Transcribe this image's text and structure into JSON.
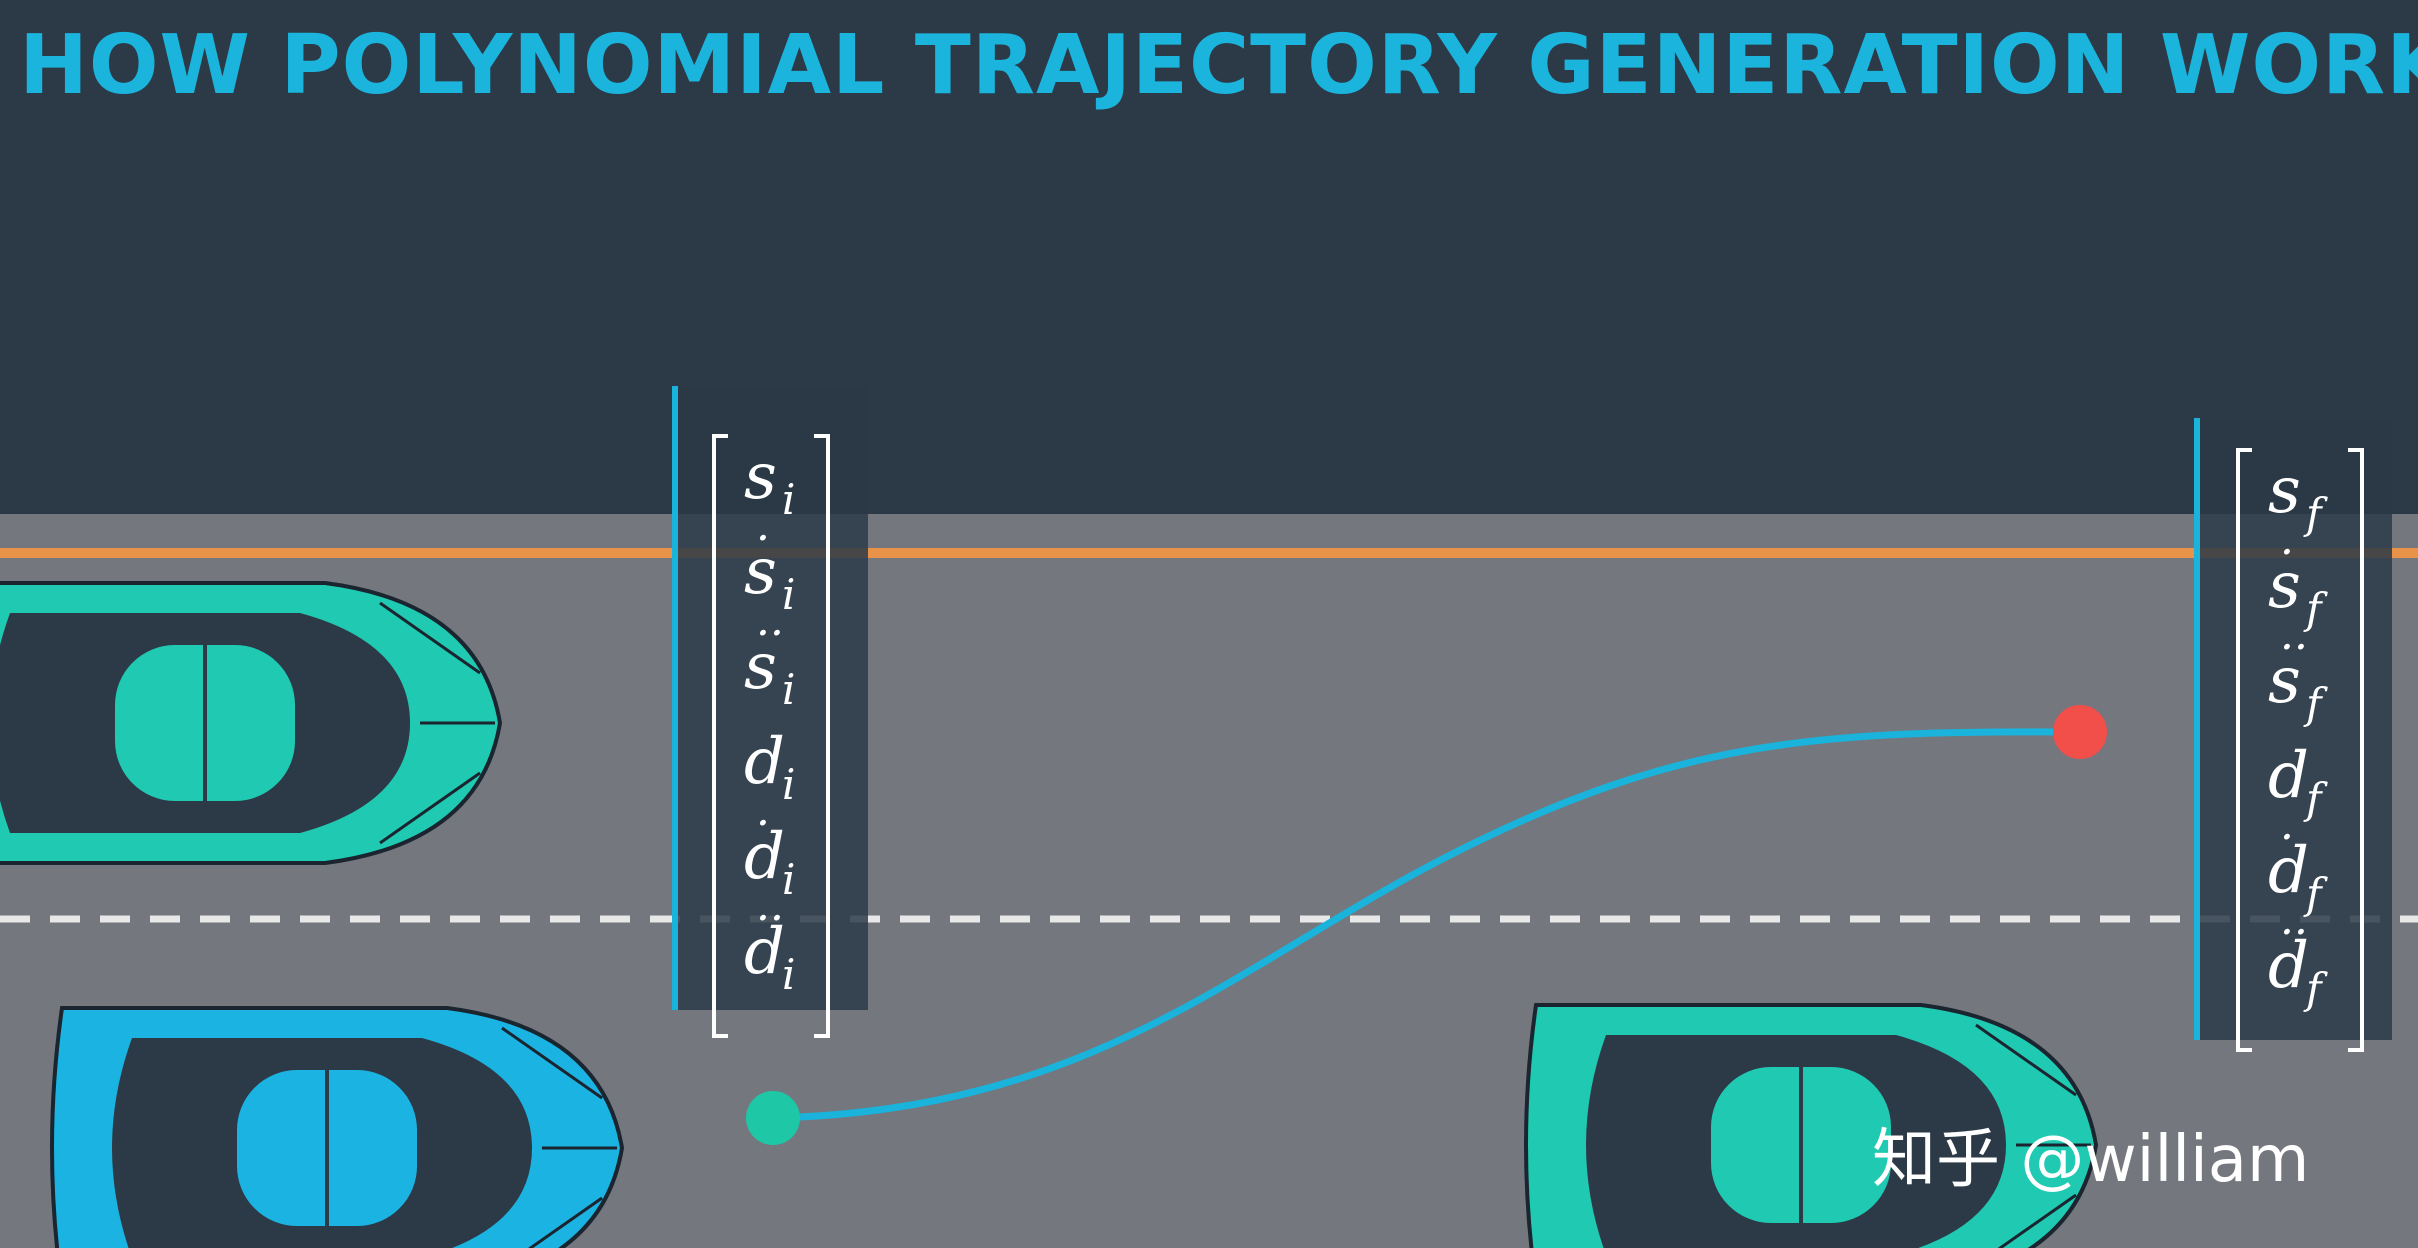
{
  "title": "HOW POLYNOMIAL TRAJECTORY GENERATION WORKS",
  "initial_state": {
    "entries": [
      {
        "base": "s",
        "sub": "i",
        "dots": 0
      },
      {
        "base": "s",
        "sub": "i",
        "dots": 1
      },
      {
        "base": "s",
        "sub": "i",
        "dots": 2
      },
      {
        "base": "d",
        "sub": "i",
        "dots": 0
      },
      {
        "base": "d",
        "sub": "i",
        "dots": 1
      },
      {
        "base": "d",
        "sub": "i",
        "dots": 2
      }
    ]
  },
  "final_state": {
    "entries": [
      {
        "base": "s",
        "sub": "f",
        "dots": 0
      },
      {
        "base": "s",
        "sub": "f",
        "dots": 1
      },
      {
        "base": "s",
        "sub": "f",
        "dots": 2
      },
      {
        "base": "d",
        "sub": "f",
        "dots": 0
      },
      {
        "base": "d",
        "sub": "f",
        "dots": 1
      },
      {
        "base": "d",
        "sub": "f",
        "dots": 2
      }
    ]
  },
  "watermark": "知乎 @william",
  "colors": {
    "sky": "#2c3a48",
    "road": "#74777d",
    "lane_edge": "#e8924a",
    "trajectory": "#19b3dc",
    "start_point": "#1ec7a6",
    "end_point": "#f24f4a",
    "ego_car": "#1bb4e2",
    "other_car": "#20c9b1"
  }
}
